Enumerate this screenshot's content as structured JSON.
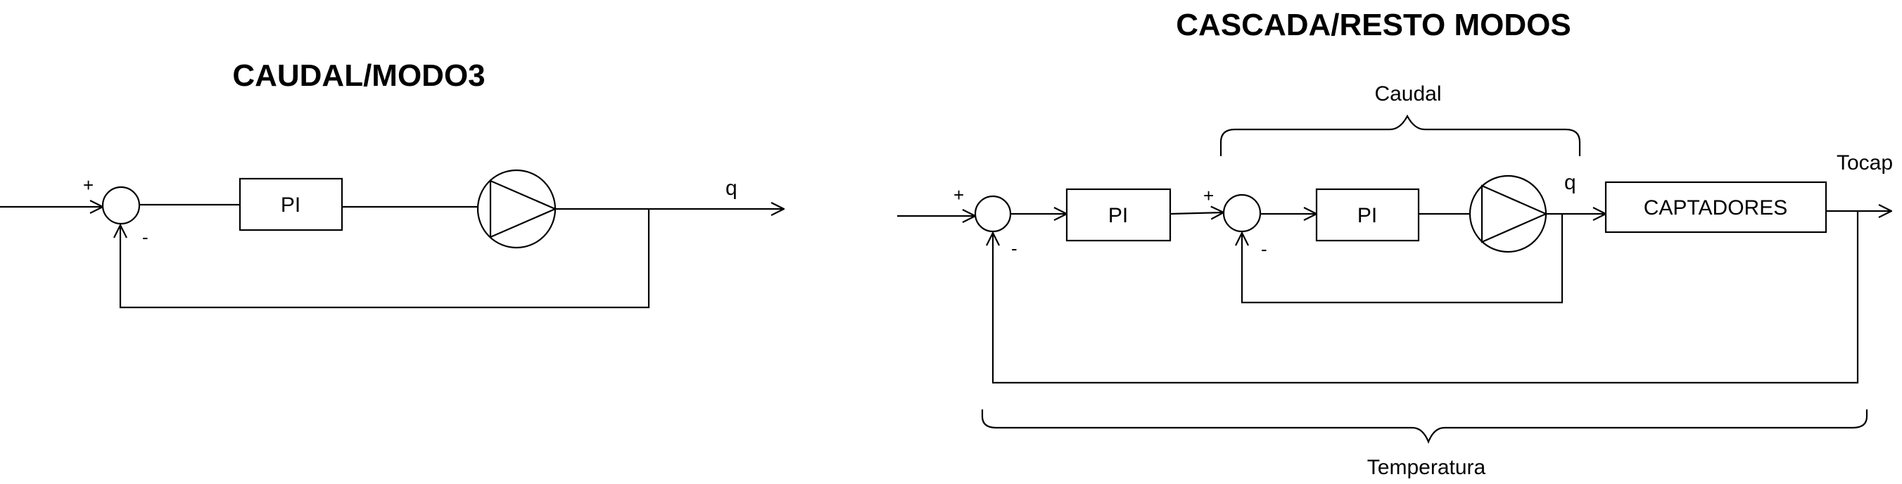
{
  "left": {
    "title": "CAUDAL/MODO3",
    "sum_plus": "+",
    "sum_minus": "-",
    "pi_label": "PI",
    "output_label": "q"
  },
  "right": {
    "title": "CASCADA/RESTO MODOS",
    "outer_sum_plus": "+",
    "outer_sum_minus": "-",
    "outer_pi_label": "PI",
    "inner_sum_plus": "+",
    "inner_sum_minus": "-",
    "inner_pi_label": "PI",
    "inner_output_label": "q",
    "captadores_label": "CAPTADORES",
    "output_label": "Tocap",
    "inner_loop_brace_label": "Caudal",
    "outer_loop_brace_label": "Temperatura"
  }
}
